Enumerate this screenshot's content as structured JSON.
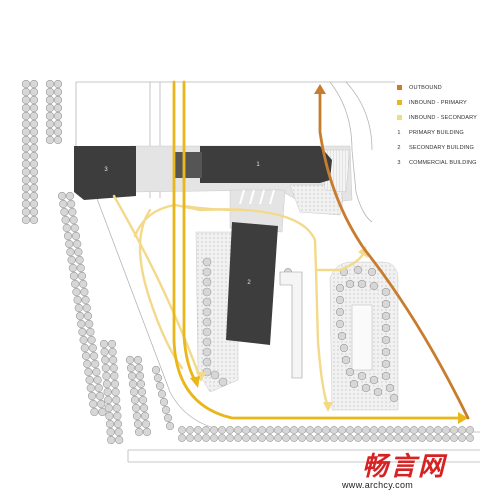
{
  "legend": [
    {
      "key_type": "swatch",
      "color": "#c87d2e",
      "label": "OUTBOUND"
    },
    {
      "key_type": "swatch",
      "color": "#e9b71a",
      "label": "INBOUND - PRIMARY"
    },
    {
      "key_type": "swatch",
      "color": "#f3d98a",
      "label": "INBOUND - SECONDARY"
    },
    {
      "key_type": "number",
      "number": "1",
      "label": "PRIMARY BUILDING"
    },
    {
      "key_type": "number",
      "number": "2",
      "label": "SECONDARY BUILDING"
    },
    {
      "key_type": "number",
      "number": "3",
      "label": "COMMERCIAL BUILDING"
    }
  ],
  "buildings": [
    {
      "id": "1",
      "label": "1"
    },
    {
      "id": "2",
      "label": "2"
    },
    {
      "id": "3",
      "label": "3"
    }
  ],
  "colors": {
    "outbound": "#c87d2e",
    "inbound_primary": "#e9b71a",
    "inbound_secondary": "#f3d98a",
    "building": "#3d3d3d",
    "tree_fill": "#d7d7d7",
    "tree_stroke": "#9a9a9a",
    "paving": "#e4e4e4",
    "site_line": "#b5b5b5"
  },
  "watermark": {
    "logo": "畅言网",
    "url": "www.archcy.com"
  }
}
